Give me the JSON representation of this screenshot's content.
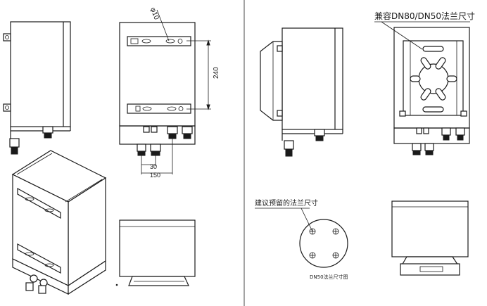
{
  "labels": {
    "dim_phi": "φ10",
    "dim_240": "240",
    "dim_30": "30",
    "dim_150": "150",
    "flange_note": "兼容DN80/DN50法兰尺寸",
    "reserved_note": "建议预留的法兰尺寸",
    "dn50_label": "DN50法兰尺寸图"
  }
}
